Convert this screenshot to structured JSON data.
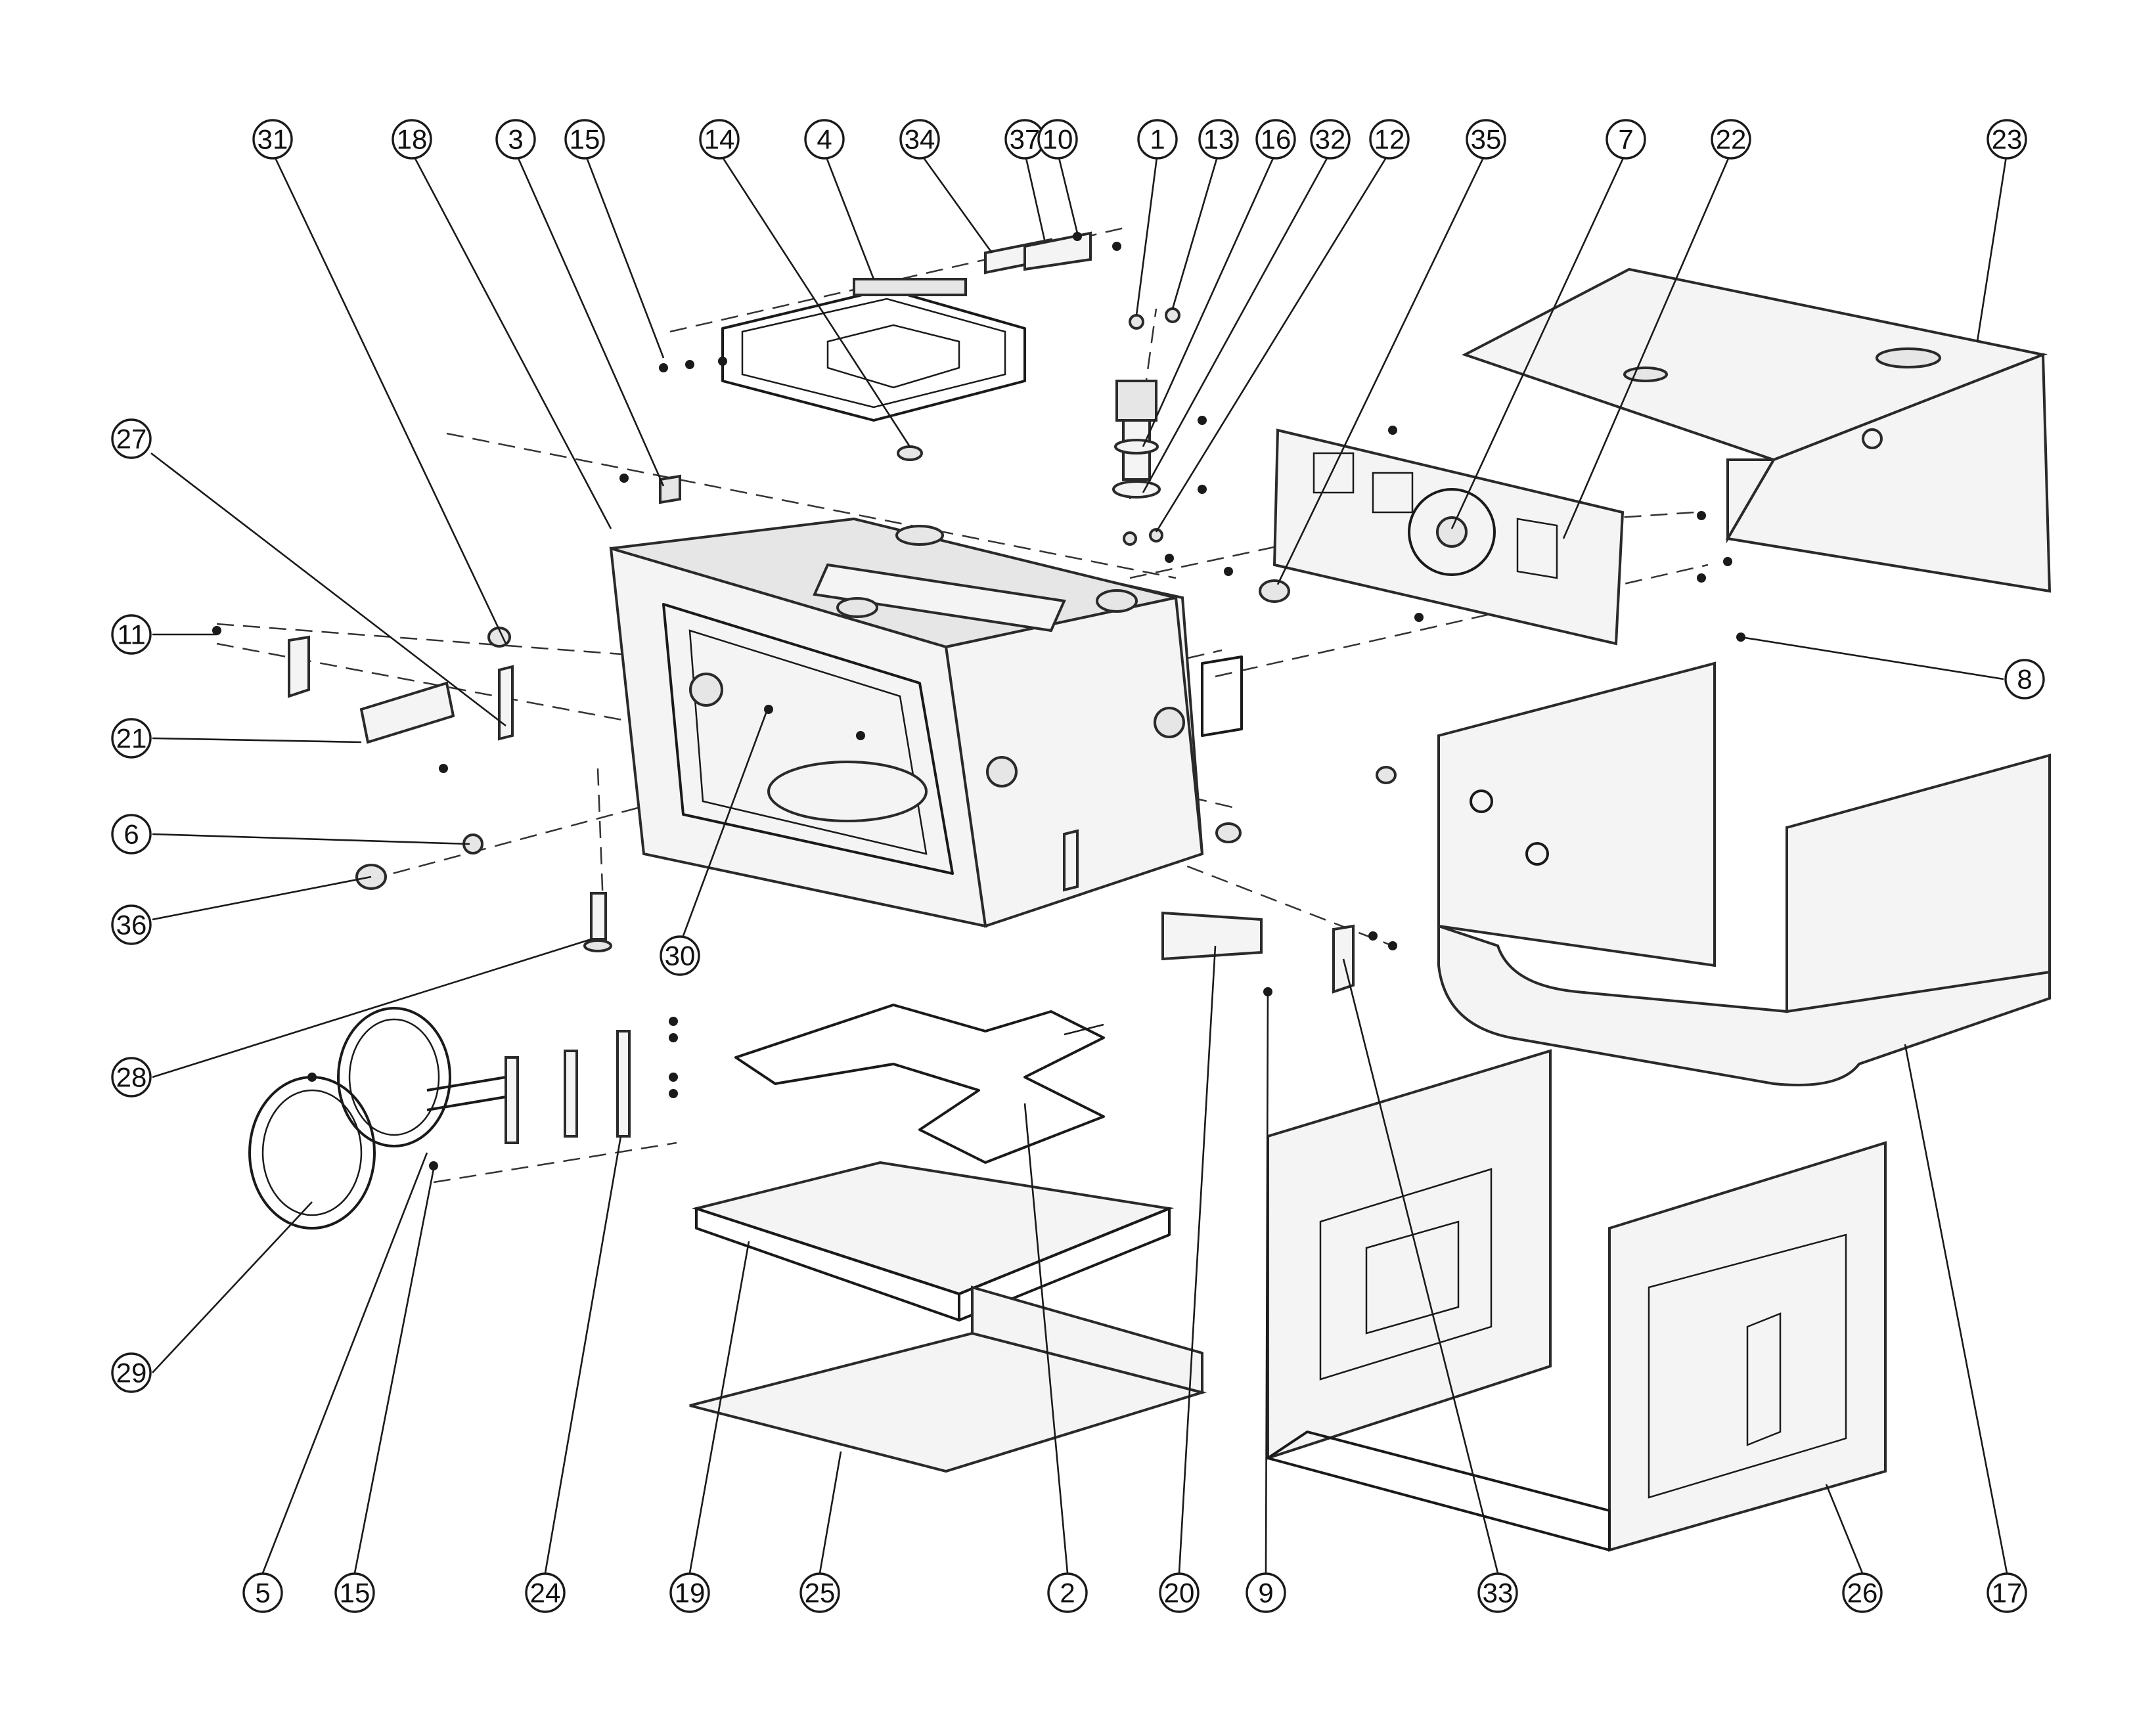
{
  "callouts": [
    {
      "label": "31"
    },
    {
      "label": "18"
    },
    {
      "label": "3"
    },
    {
      "label": "15"
    },
    {
      "label": "14"
    },
    {
      "label": "4"
    },
    {
      "label": "34"
    },
    {
      "label": "37"
    },
    {
      "label": "10"
    },
    {
      "label": "1"
    },
    {
      "label": "13"
    },
    {
      "label": "16"
    },
    {
      "label": "32"
    },
    {
      "label": "12"
    },
    {
      "label": "35"
    },
    {
      "label": "7"
    },
    {
      "label": "22"
    },
    {
      "label": "23"
    },
    {
      "label": "27"
    },
    {
      "label": "11"
    },
    {
      "label": "21"
    },
    {
      "label": "6"
    },
    {
      "label": "36"
    },
    {
      "label": "30"
    },
    {
      "label": "8"
    },
    {
      "label": "28"
    },
    {
      "label": "29"
    },
    {
      "label": "5"
    },
    {
      "label": "15"
    },
    {
      "label": "24"
    },
    {
      "label": "19"
    },
    {
      "label": "25"
    },
    {
      "label": "2"
    },
    {
      "label": "20"
    },
    {
      "label": "9"
    },
    {
      "label": "33"
    },
    {
      "label": "26"
    },
    {
      "label": "17"
    }
  ]
}
